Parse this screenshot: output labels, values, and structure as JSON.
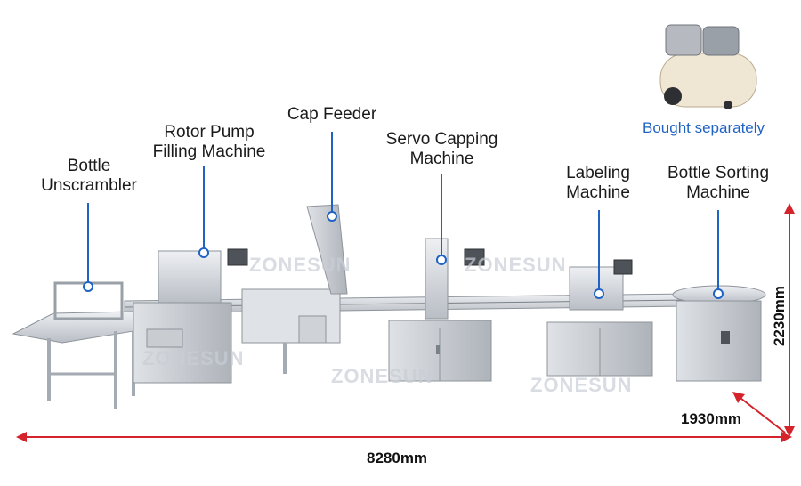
{
  "labels": {
    "bottle_unscrambler": [
      "Bottle",
      "Unscrambler"
    ],
    "rotor_pump": [
      "Rotor Pump",
      "Filling Machine"
    ],
    "cap_feeder": [
      "Cap Feeder"
    ],
    "servo_capping": [
      "Servo Capping",
      "Machine"
    ],
    "labeling": [
      "Labeling",
      "Machine"
    ],
    "bottle_sorting": [
      "Bottle Sorting",
      "Machine"
    ]
  },
  "note": "Bought separately",
  "dimensions": {
    "length": "8280mm",
    "width": "1930mm",
    "height": "2230mm"
  },
  "watermark": "ZONESUN",
  "colors": {
    "callout": "#1f63c4",
    "dimension_arrow": "#d4232b",
    "steel": "#cfd3d8"
  }
}
